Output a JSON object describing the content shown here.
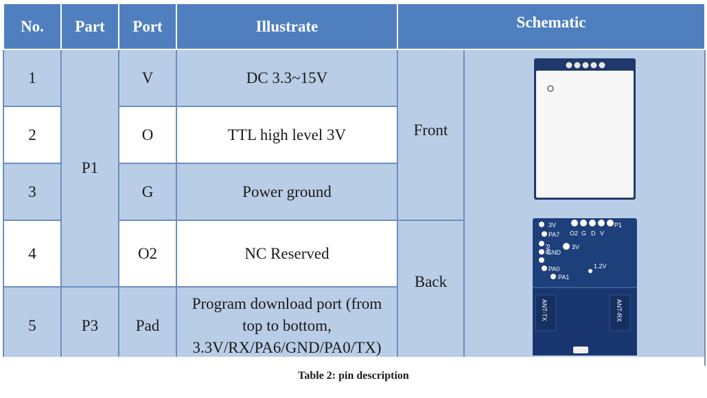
{
  "table": {
    "headers": {
      "no": "No.",
      "part": "Part",
      "port": "Port",
      "illustrate": "Illustrate",
      "schematic": "Schematic"
    },
    "rows": [
      {
        "no": "1",
        "port": "V",
        "illustrate": "DC 3.3~15V"
      },
      {
        "no": "2",
        "port": "O",
        "illustrate": "TTL high level 3V"
      },
      {
        "no": "3",
        "port": "G",
        "illustrate": "Power ground"
      },
      {
        "no": "4",
        "port": "O2",
        "illustrate": "NC Reserved"
      },
      {
        "no": "5",
        "port": "Pad",
        "illustrate": "Program download port (from top to bottom, 3.3V/RX/PA6/GND/PA0/TX)",
        "illustrate_lines": [
          "Program download port (from",
          "top to bottom,",
          "3.3V/RX/PA6/GND/PA0/TX)"
        ]
      }
    ],
    "parts": {
      "p1": "P1",
      "p3": "P3"
    },
    "sides": {
      "front": "Front",
      "back": "Back"
    }
  },
  "board_back_labels": {
    "pin_3v": "3V",
    "pa7": "PA7",
    "o2": "O2",
    "g": "G",
    "d": "D",
    "v": "V",
    "p1": "P1",
    "pa6": "PA6",
    "gnd": "GND",
    "pa0": "PA0",
    "pa1": "PA1",
    "v33": "3V",
    "v12": "1.2V",
    "ant_tx": "ANT-TX",
    "ant_rx": "ANT-RX"
  },
  "caption": "Table 2: pin description",
  "colors": {
    "header": "#4f7fbe",
    "shade": "#b9cde6",
    "border": "#6b8ec0",
    "pcb": "#1d3f7a"
  }
}
